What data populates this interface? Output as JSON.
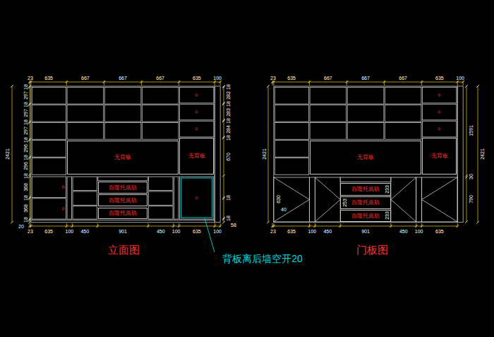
{
  "diagram": {
    "nodes": [
      {
        "text": [
          "无背板"
        ]
      },
      {
        "text": [
          "无背板"
        ]
      },
      {
        "text": [
          "百隆托底轨"
        ]
      },
      {
        "text": [
          "百隆托底轨"
        ]
      },
      {
        "text": [
          "百隆托底轨"
        ]
      },
      {
        "text": [
          "无背板"
        ]
      },
      {
        "text": [
          "无背板"
        ]
      },
      {
        "text": [
          "百隆托底轨"
        ]
      },
      {
        "text": [
          "百隆托底轨"
        ]
      },
      {
        "text": [
          "百隆托底轨"
        ]
      }
    ],
    "labels": [
      "23",
      "635",
      "667",
      "667",
      "667",
      "635",
      "100",
      "18",
      "297",
      "18",
      "297",
      "18",
      "297",
      "18",
      "296",
      "18",
      "296",
      "18",
      "368",
      "18",
      "368",
      "18",
      "18",
      "282",
      "18",
      "283",
      "18",
      "284",
      "18",
      "670",
      "18",
      "18",
      "58",
      "2421",
      "23",
      "635",
      "100",
      "450",
      "901",
      "450",
      "100",
      "635",
      "100",
      "20",
      "立面图",
      "背板离后墙空开20",
      "23",
      "635",
      "667",
      "667",
      "667",
      "635",
      "100",
      "2421",
      "1591",
      "30",
      "790",
      "2421",
      "23",
      "635",
      "100",
      "450",
      "901",
      "450",
      "100",
      "635",
      "630",
      "40",
      "253",
      "233",
      "233",
      "门板图"
    ]
  }
}
